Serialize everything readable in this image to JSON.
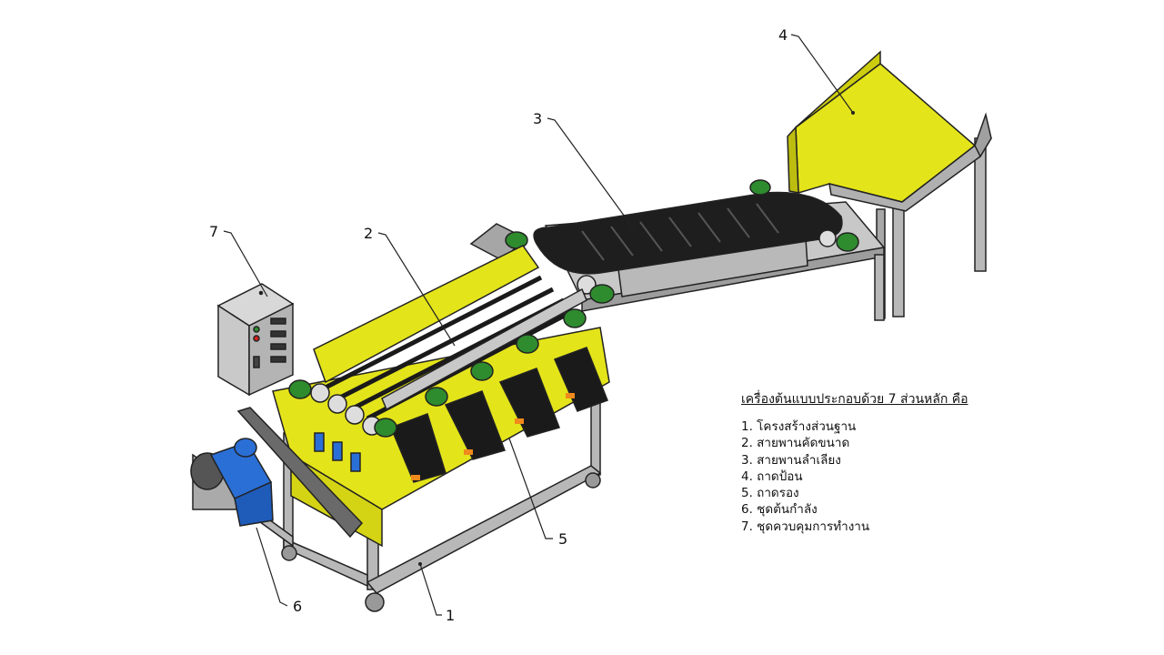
{
  "legend": {
    "title": "เครื่องต้นแบบประกอบด้วย 7 ส่วนหลัก คือ",
    "items": [
      {
        "number": "1",
        "text": "1. โครงสร้างส่วนฐาน"
      },
      {
        "number": "2",
        "text": "2. สายพานคัดขนาด"
      },
      {
        "number": "3",
        "text": "3. สายพานลำเลียง"
      },
      {
        "number": "4",
        "text": "4. ถาดป้อน"
      },
      {
        "number": "5",
        "text": "5. ถาดรอง"
      },
      {
        "number": "6",
        "text": "6. ชุดต้นกำลัง"
      },
      {
        "number": "7",
        "text": "7. ชุดควบคุมการทำงาน"
      }
    ]
  },
  "colors": {
    "yellow": "#e4e41a",
    "black": "#1a1a1a",
    "frame_gray": "#b8b8b8",
    "bearing_green": "#2e8b2e",
    "motor_blue": "#2a6fd6",
    "cabinet_gray": "#c9c9c9",
    "orange": "#f08a1c"
  }
}
